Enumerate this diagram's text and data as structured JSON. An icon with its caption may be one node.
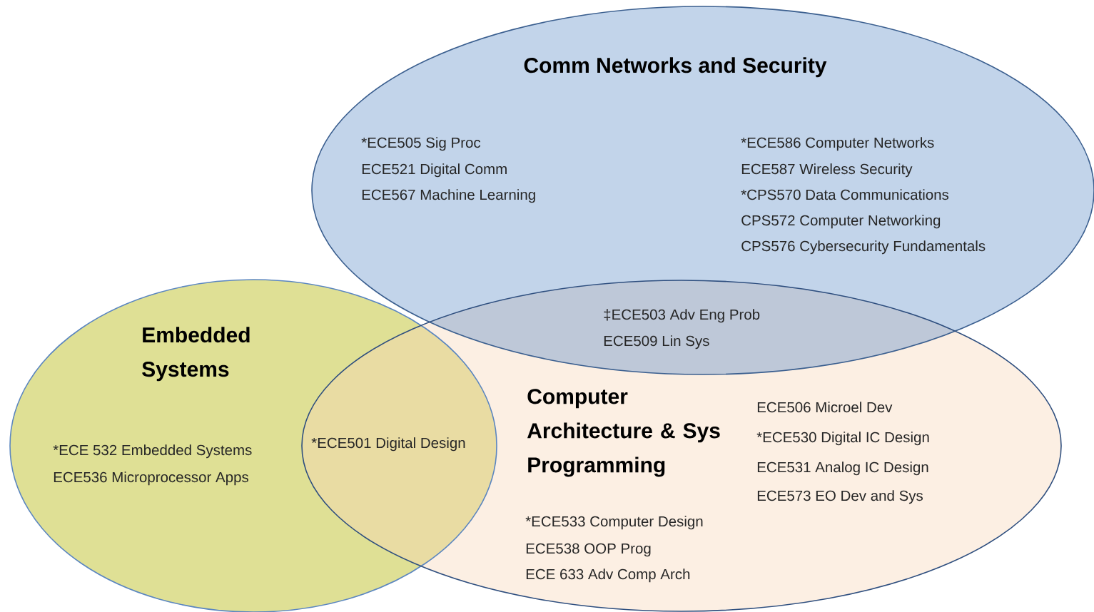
{
  "diagram": {
    "nodes": [
      {
        "text": [
          "Comm Networks and Security",
          "*ECE505 Sig Proc",
          "ECE521 Digital Comm",
          "ECE567 Machine Learning",
          "*ECE586 Computer Networks",
          "ECE587 Wireless Security",
          "*CPS570 Data Communications",
          "CPS572 Computer Networking",
          "CPS576 Cybersecurity Fundamentals"
        ]
      },
      {
        "text": [
          "Embedded Systems",
          "*ECE 532 Embedded Systems",
          "ECE536 Microprocessor Apps"
        ]
      },
      {
        "text": [
          "Computer Architecture & Sys Programming",
          "ECE506 Microel Dev",
          "*ECE530 Digital IC Design",
          "ECE531 Analog IC Design",
          "ECE573 EO Dev and Sys",
          "*ECE533 Computer Design",
          "ECE538 OOP Prog",
          "ECE 633 Adv Comp Arch"
        ]
      }
    ],
    "labels": [
      "‡ECE503 Adv Eng Prob",
      "ECE509 Lin Sys",
      "*ECE501 Digital Design"
    ]
  }
}
